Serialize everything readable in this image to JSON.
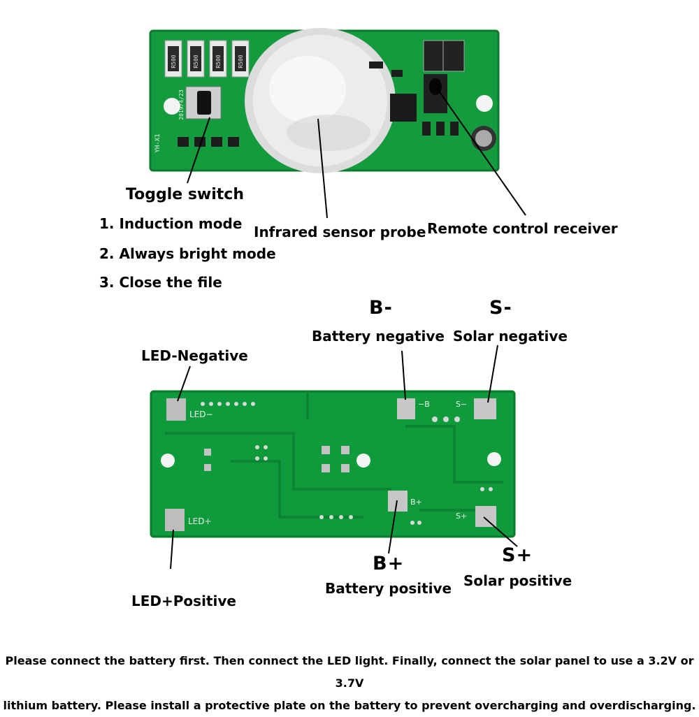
{
  "top_labels": {
    "toggle_switch": "Toggle switch",
    "mode_1": "1. Induction mode",
    "mode_2": "2. Always bright mode",
    "mode_3": "3. Close the file",
    "infrared_probe": "Infrared sensor probe",
    "remote_receiver": "Remote control receiver"
  },
  "bottom_labels": {
    "b_minus_symbol": "B-",
    "b_minus_text": "Battery negative",
    "s_minus_symbol": "S-",
    "s_minus_text": "Solar negative",
    "led_negative": "LED-Negative",
    "led_positive": "LED+Positive",
    "b_plus_symbol": "B+",
    "b_plus_text": "Battery positive",
    "s_plus_symbol": "S+",
    "s_plus_text": "Solar positive"
  },
  "silkscreen": {
    "led_minus": "LED−",
    "led_plus": "LED+",
    "b_minus": "−B",
    "s_minus": "S−",
    "b_plus": "B+",
    "s_plus": "S+",
    "r1": "R500",
    "r2": "R500",
    "r3": "R500",
    "r4": "R500",
    "model": "YH-X1",
    "date": "2019/4/23"
  },
  "footer": {
    "line1": "Please connect the battery first. Then connect the LED light. Finally, connect the solar panel to use a 3.2V or 3.7V",
    "line2": "lithium battery. Please install a protective plate on the battery to prevent overcharging and overdischarging."
  },
  "colors": {
    "pcb": "#119a3c",
    "pcb_dark": "#0d7f30",
    "pad": "#c9c9c9"
  }
}
